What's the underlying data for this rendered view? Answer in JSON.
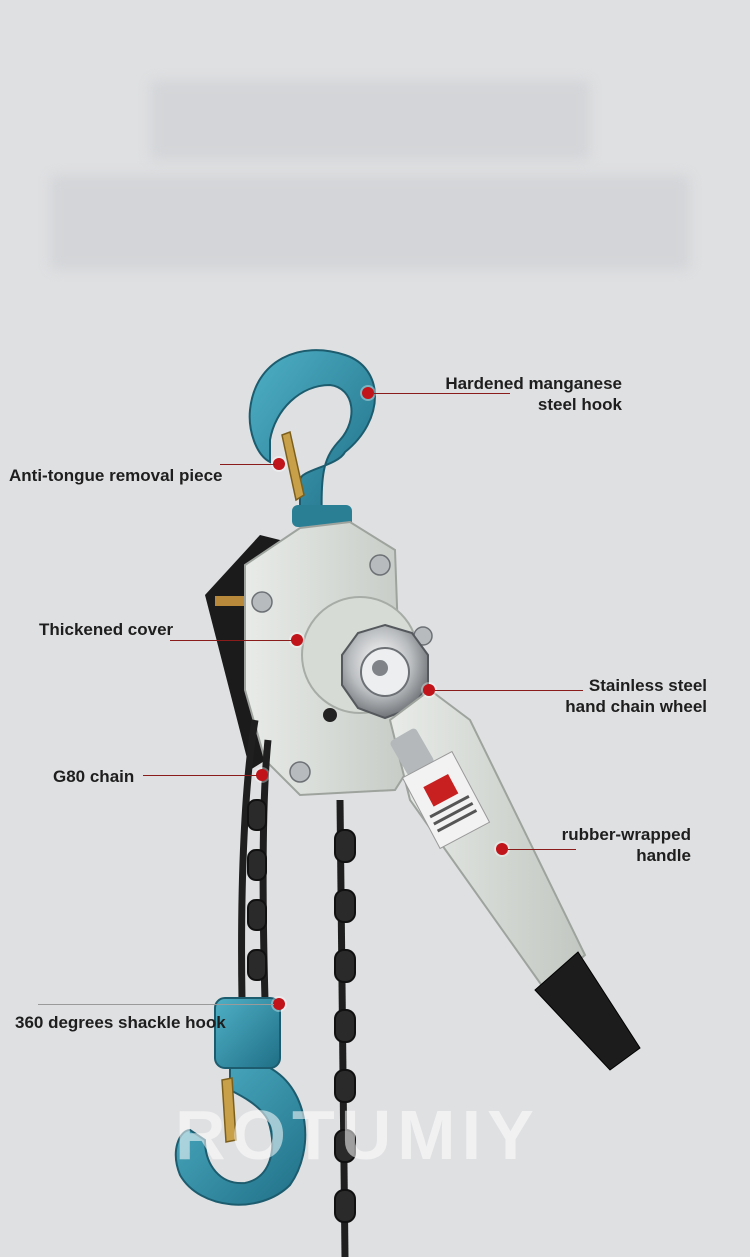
{
  "labels": {
    "hook": [
      "Hardened manganese",
      "steel hook"
    ],
    "anti_tongue": "Anti-tongue removal piece",
    "cover": "Thickened cover",
    "chain_wheel": [
      "Stainless steel",
      "hand chain wheel"
    ],
    "chain": "G80 chain",
    "handle": [
      "rubber-wrapped",
      "handle"
    ],
    "shackle": "360 degrees shackle hook"
  },
  "colors": {
    "background": "#dfe0e2",
    "hook_teal": "#2f8ea5",
    "body_gray": "#cfd3cf",
    "chain_black": "#1f1f1f",
    "marker_red": "#c0141a"
  }
}
